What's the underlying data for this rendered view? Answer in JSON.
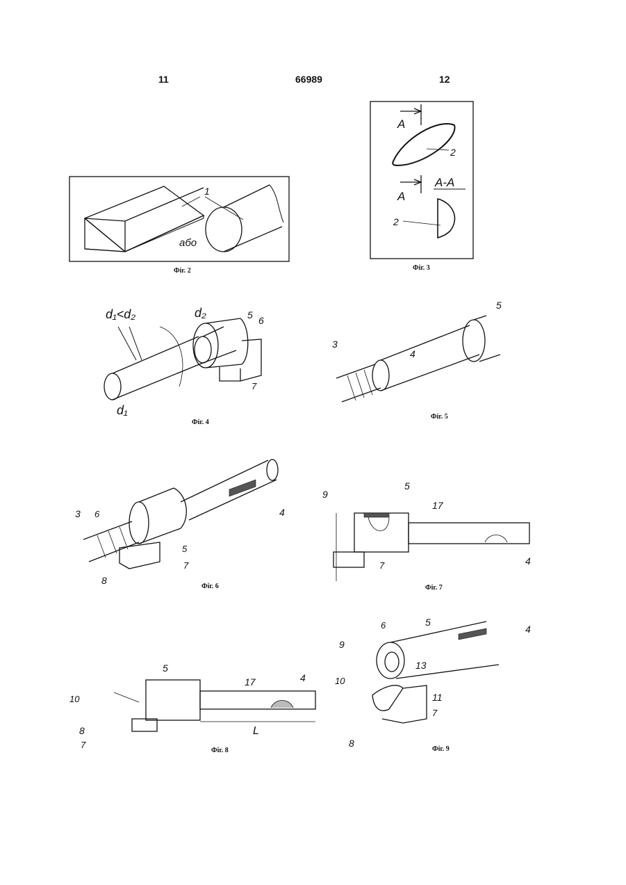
{
  "header": {
    "left_page": "11",
    "patent_number": "66989",
    "right_page": "12"
  },
  "figures": {
    "fig2": {
      "caption": "Фіг. 2",
      "label_1": "1",
      "label_abo": "або"
    },
    "fig3": {
      "caption": "Фіг. 3",
      "label_A_top": "A",
      "label_A_bottom": "A",
      "label_section": "A-A",
      "label_2a": "2",
      "label_2b": "2"
    },
    "fig4": {
      "caption": "Фіг. 4",
      "label_d1d2": "d₁<d₂",
      "label_d2": "d₂",
      "label_d1": "d₁",
      "label_5": "5",
      "label_6": "6",
      "label_7": "7"
    },
    "fig5": {
      "caption": "Фіг. 5",
      "label_3": "3",
      "label_4": "4",
      "label_5": "5"
    },
    "fig6": {
      "caption": "Фіг. 6",
      "label_3": "3",
      "label_6": "6",
      "label_5": "5",
      "label_7": "7",
      "label_8": "8",
      "label_4": "4"
    },
    "fig7": {
      "caption": "Фіг. 7",
      "label_9": "9",
      "label_5": "5",
      "label_17": "17",
      "label_7": "7",
      "label_4": "4"
    },
    "fig8": {
      "caption": "Фіг. 8",
      "label_10": "10",
      "label_5": "5",
      "label_17": "17",
      "label_4": "4",
      "label_8": "8",
      "label_7": "7",
      "label_L": "L"
    },
    "fig9": {
      "caption": "Фіг. 9",
      "label_9": "9",
      "label_6": "6",
      "label_5": "5",
      "label_4": "4",
      "label_13": "13",
      "label_10": "10",
      "label_11": "11",
      "label_7": "7",
      "label_8": "8"
    }
  }
}
